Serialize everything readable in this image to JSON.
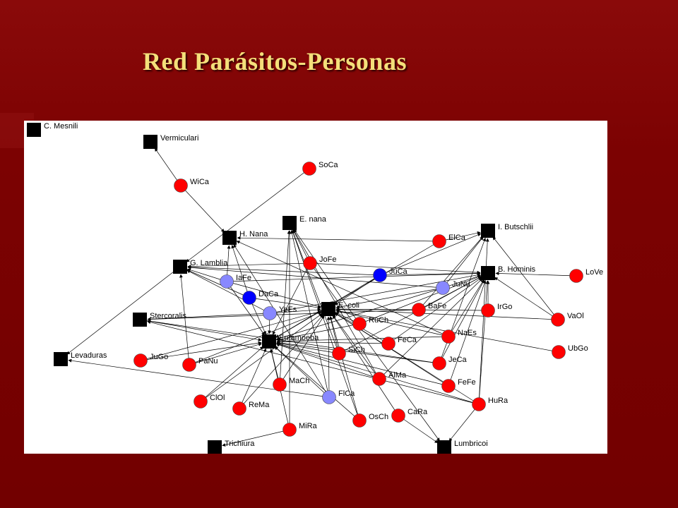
{
  "slide": {
    "title": "Red Parásitos-Personas",
    "title_color": "#f4df7a",
    "background_color": "#7a0000"
  },
  "network": {
    "legend": {
      "parasite_shape": "square",
      "person_colors": {
        "red": "#ff0000",
        "light_blue": "#8888ff",
        "blue": "#0000ff"
      },
      "parasite_color": "#000000"
    },
    "parasites": [
      {
        "id": "cmesnili",
        "label": "C. Mesnili"
      },
      {
        "id": "vermicularis",
        "label": "Vermiculari"
      },
      {
        "id": "hnana",
        "label": "H. Nana"
      },
      {
        "id": "enana",
        "label": "E. nana"
      },
      {
        "id": "ibutschlii",
        "label": "I. Butschlii"
      },
      {
        "id": "glamblia",
        "label": "G. Lamblia"
      },
      {
        "id": "bhominis",
        "label": "B. Hominis"
      },
      {
        "id": "ecoli",
        "label": "E. coli"
      },
      {
        "id": "stercoralis",
        "label": "Stercoralis"
      },
      {
        "id": "ehistolytica",
        "label": "Entamoeba"
      },
      {
        "id": "levaduras",
        "label": "Levaduras"
      },
      {
        "id": "trichiura",
        "label": "Trichiura"
      },
      {
        "id": "lumbricoides",
        "label": "Lumbricoi"
      }
    ],
    "persons": [
      {
        "id": "wica",
        "label": "WiCa",
        "color": "red"
      },
      {
        "id": "soca",
        "label": "SoCa",
        "color": "red"
      },
      {
        "id": "elca",
        "label": "ElCa",
        "color": "red"
      },
      {
        "id": "iafe",
        "label": "IaFe",
        "color": "light_blue"
      },
      {
        "id": "jofe",
        "label": "JoFe",
        "color": "red"
      },
      {
        "id": "juca",
        "label": "JuCa",
        "color": "blue"
      },
      {
        "id": "lovel",
        "label": "LoVe",
        "color": "red"
      },
      {
        "id": "daca",
        "label": "DaCa",
        "color": "blue"
      },
      {
        "id": "junu",
        "label": "JuNu",
        "color": "light_blue"
      },
      {
        "id": "yees",
        "label": "YeEs",
        "color": "light_blue"
      },
      {
        "id": "bafe",
        "label": "BaFe",
        "color": "red"
      },
      {
        "id": "irgo",
        "label": "IrGo",
        "color": "red"
      },
      {
        "id": "vaol",
        "label": "VaOl",
        "color": "red"
      },
      {
        "id": "ruch",
        "label": "RuCh",
        "color": "red"
      },
      {
        "id": "naes",
        "label": "NaEs",
        "color": "red"
      },
      {
        "id": "feca",
        "label": "FeCa",
        "color": "red"
      },
      {
        "id": "sich",
        "label": "SiCh",
        "color": "red"
      },
      {
        "id": "ubgo",
        "label": "UbGo",
        "color": "red"
      },
      {
        "id": "jugo",
        "label": "JuGo",
        "color": "red"
      },
      {
        "id": "panu",
        "label": "PaNu",
        "color": "red"
      },
      {
        "id": "jeca",
        "label": "JeCa",
        "color": "red"
      },
      {
        "id": "alma",
        "label": "AlMa",
        "color": "red"
      },
      {
        "id": "mach",
        "label": "MaCh",
        "color": "red"
      },
      {
        "id": "fefe",
        "label": "FeFe",
        "color": "red"
      },
      {
        "id": "flca",
        "label": "FlCa",
        "color": "light_blue"
      },
      {
        "id": "clol",
        "label": "ClOl",
        "color": "red"
      },
      {
        "id": "rema",
        "label": "ReMa",
        "color": "red"
      },
      {
        "id": "cara",
        "label": "CaRa",
        "color": "red"
      },
      {
        "id": "hura",
        "label": "HuRa",
        "color": "red"
      },
      {
        "id": "osch",
        "label": "OsCh",
        "color": "red"
      },
      {
        "id": "mira",
        "label": "MiRa",
        "color": "red"
      }
    ],
    "edges": [
      [
        "wica",
        "vermicularis"
      ],
      [
        "wica",
        "hnana"
      ],
      [
        "soca",
        "glamblia"
      ],
      [
        "elca",
        "hnana"
      ],
      [
        "elca",
        "ibutschlii"
      ],
      [
        "elca",
        "ehistolytica"
      ],
      [
        "iafe",
        "hnana"
      ],
      [
        "iafe",
        "glamblia"
      ],
      [
        "iafe",
        "ecoli"
      ],
      [
        "iafe",
        "ehistolytica"
      ],
      [
        "iafe",
        "bhominis"
      ],
      [
        "jofe",
        "glamblia"
      ],
      [
        "jofe",
        "enana"
      ],
      [
        "jofe",
        "ehistolytica"
      ],
      [
        "jofe",
        "bhominis"
      ],
      [
        "jofe",
        "lumbricoides"
      ],
      [
        "juca",
        "glamblia"
      ],
      [
        "juca",
        "ecoli"
      ],
      [
        "juca",
        "ehistolytica"
      ],
      [
        "juca",
        "ibutschlii"
      ],
      [
        "juca",
        "bhominis"
      ],
      [
        "lovel",
        "bhominis"
      ],
      [
        "daca",
        "glamblia"
      ],
      [
        "daca",
        "ehistolytica"
      ],
      [
        "daca",
        "ecoli"
      ],
      [
        "daca",
        "hnana"
      ],
      [
        "junu",
        "ibutschlii"
      ],
      [
        "junu",
        "bhominis"
      ],
      [
        "junu",
        "ecoli"
      ],
      [
        "junu",
        "ehistolytica"
      ],
      [
        "junu",
        "glamblia"
      ],
      [
        "yees",
        "glamblia"
      ],
      [
        "yees",
        "ecoli"
      ],
      [
        "yees",
        "ehistolytica"
      ],
      [
        "yees",
        "stercoralis"
      ],
      [
        "yees",
        "bhominis"
      ],
      [
        "bafe",
        "ecoli"
      ],
      [
        "bafe",
        "bhominis"
      ],
      [
        "bafe",
        "ibutschlii"
      ],
      [
        "bafe",
        "stercoralis"
      ],
      [
        "irgo",
        "bhominis"
      ],
      [
        "irgo",
        "ecoli"
      ],
      [
        "vaol",
        "ibutschlii"
      ],
      [
        "vaol",
        "bhominis"
      ],
      [
        "vaol",
        "ecoli"
      ],
      [
        "ruch",
        "ecoli"
      ],
      [
        "ruch",
        "ehistolytica"
      ],
      [
        "ruch",
        "bhominis"
      ],
      [
        "ruch",
        "enana"
      ],
      [
        "naes",
        "ecoli"
      ],
      [
        "naes",
        "bhominis"
      ],
      [
        "naes",
        "ehistolytica"
      ],
      [
        "naes",
        "hnana"
      ],
      [
        "feca",
        "ecoli"
      ],
      [
        "feca",
        "ehistolytica"
      ],
      [
        "feca",
        "bhominis"
      ],
      [
        "sich",
        "ehistolytica"
      ],
      [
        "sich",
        "ecoli"
      ],
      [
        "sich",
        "bhominis"
      ],
      [
        "sich",
        "enana"
      ],
      [
        "ubgo",
        "ecoli"
      ],
      [
        "jugo",
        "ehistolytica"
      ],
      [
        "jugo",
        "ecoli"
      ],
      [
        "panu",
        "ehistolytica"
      ],
      [
        "panu",
        "ecoli"
      ],
      [
        "panu",
        "glamblia"
      ],
      [
        "jeca",
        "ehistolytica"
      ],
      [
        "jeca",
        "bhominis"
      ],
      [
        "jeca",
        "ibutschlii"
      ],
      [
        "jeca",
        "stercoralis"
      ],
      [
        "alma",
        "ehistolytica"
      ],
      [
        "alma",
        "ecoli"
      ],
      [
        "alma",
        "bhominis"
      ],
      [
        "alma",
        "enana"
      ],
      [
        "mach",
        "ehistolytica"
      ],
      [
        "mach",
        "ecoli"
      ],
      [
        "mach",
        "enana"
      ],
      [
        "fefe",
        "ehistolytica"
      ],
      [
        "fefe",
        "bhominis"
      ],
      [
        "fefe",
        "ecoli"
      ],
      [
        "flca",
        "ecoli"
      ],
      [
        "flca",
        "ehistolytica"
      ],
      [
        "flca",
        "hnana"
      ],
      [
        "flca",
        "levaduras"
      ],
      [
        "flca",
        "enana"
      ],
      [
        "clol",
        "ehistolytica"
      ],
      [
        "clol",
        "ecoli"
      ],
      [
        "rema",
        "ehistolytica"
      ],
      [
        "rema",
        "ecoli"
      ],
      [
        "cara",
        "lumbricoides"
      ],
      [
        "cara",
        "ecoli"
      ],
      [
        "hura",
        "bhominis"
      ],
      [
        "hura",
        "ibutschlii"
      ],
      [
        "hura",
        "ehistolytica"
      ],
      [
        "hura",
        "lumbricoides"
      ],
      [
        "hura",
        "stercoralis"
      ],
      [
        "hura",
        "ecoli"
      ],
      [
        "osch",
        "ehistolytica"
      ],
      [
        "osch",
        "ecoli"
      ],
      [
        "osch",
        "enana"
      ],
      [
        "mira",
        "ehistolytica"
      ],
      [
        "mira",
        "trichiura"
      ],
      [
        "mira",
        "enana"
      ],
      [
        "glamblia",
        "levaduras"
      ],
      [
        "stercoralis",
        "ehistolytica"
      ]
    ]
  }
}
